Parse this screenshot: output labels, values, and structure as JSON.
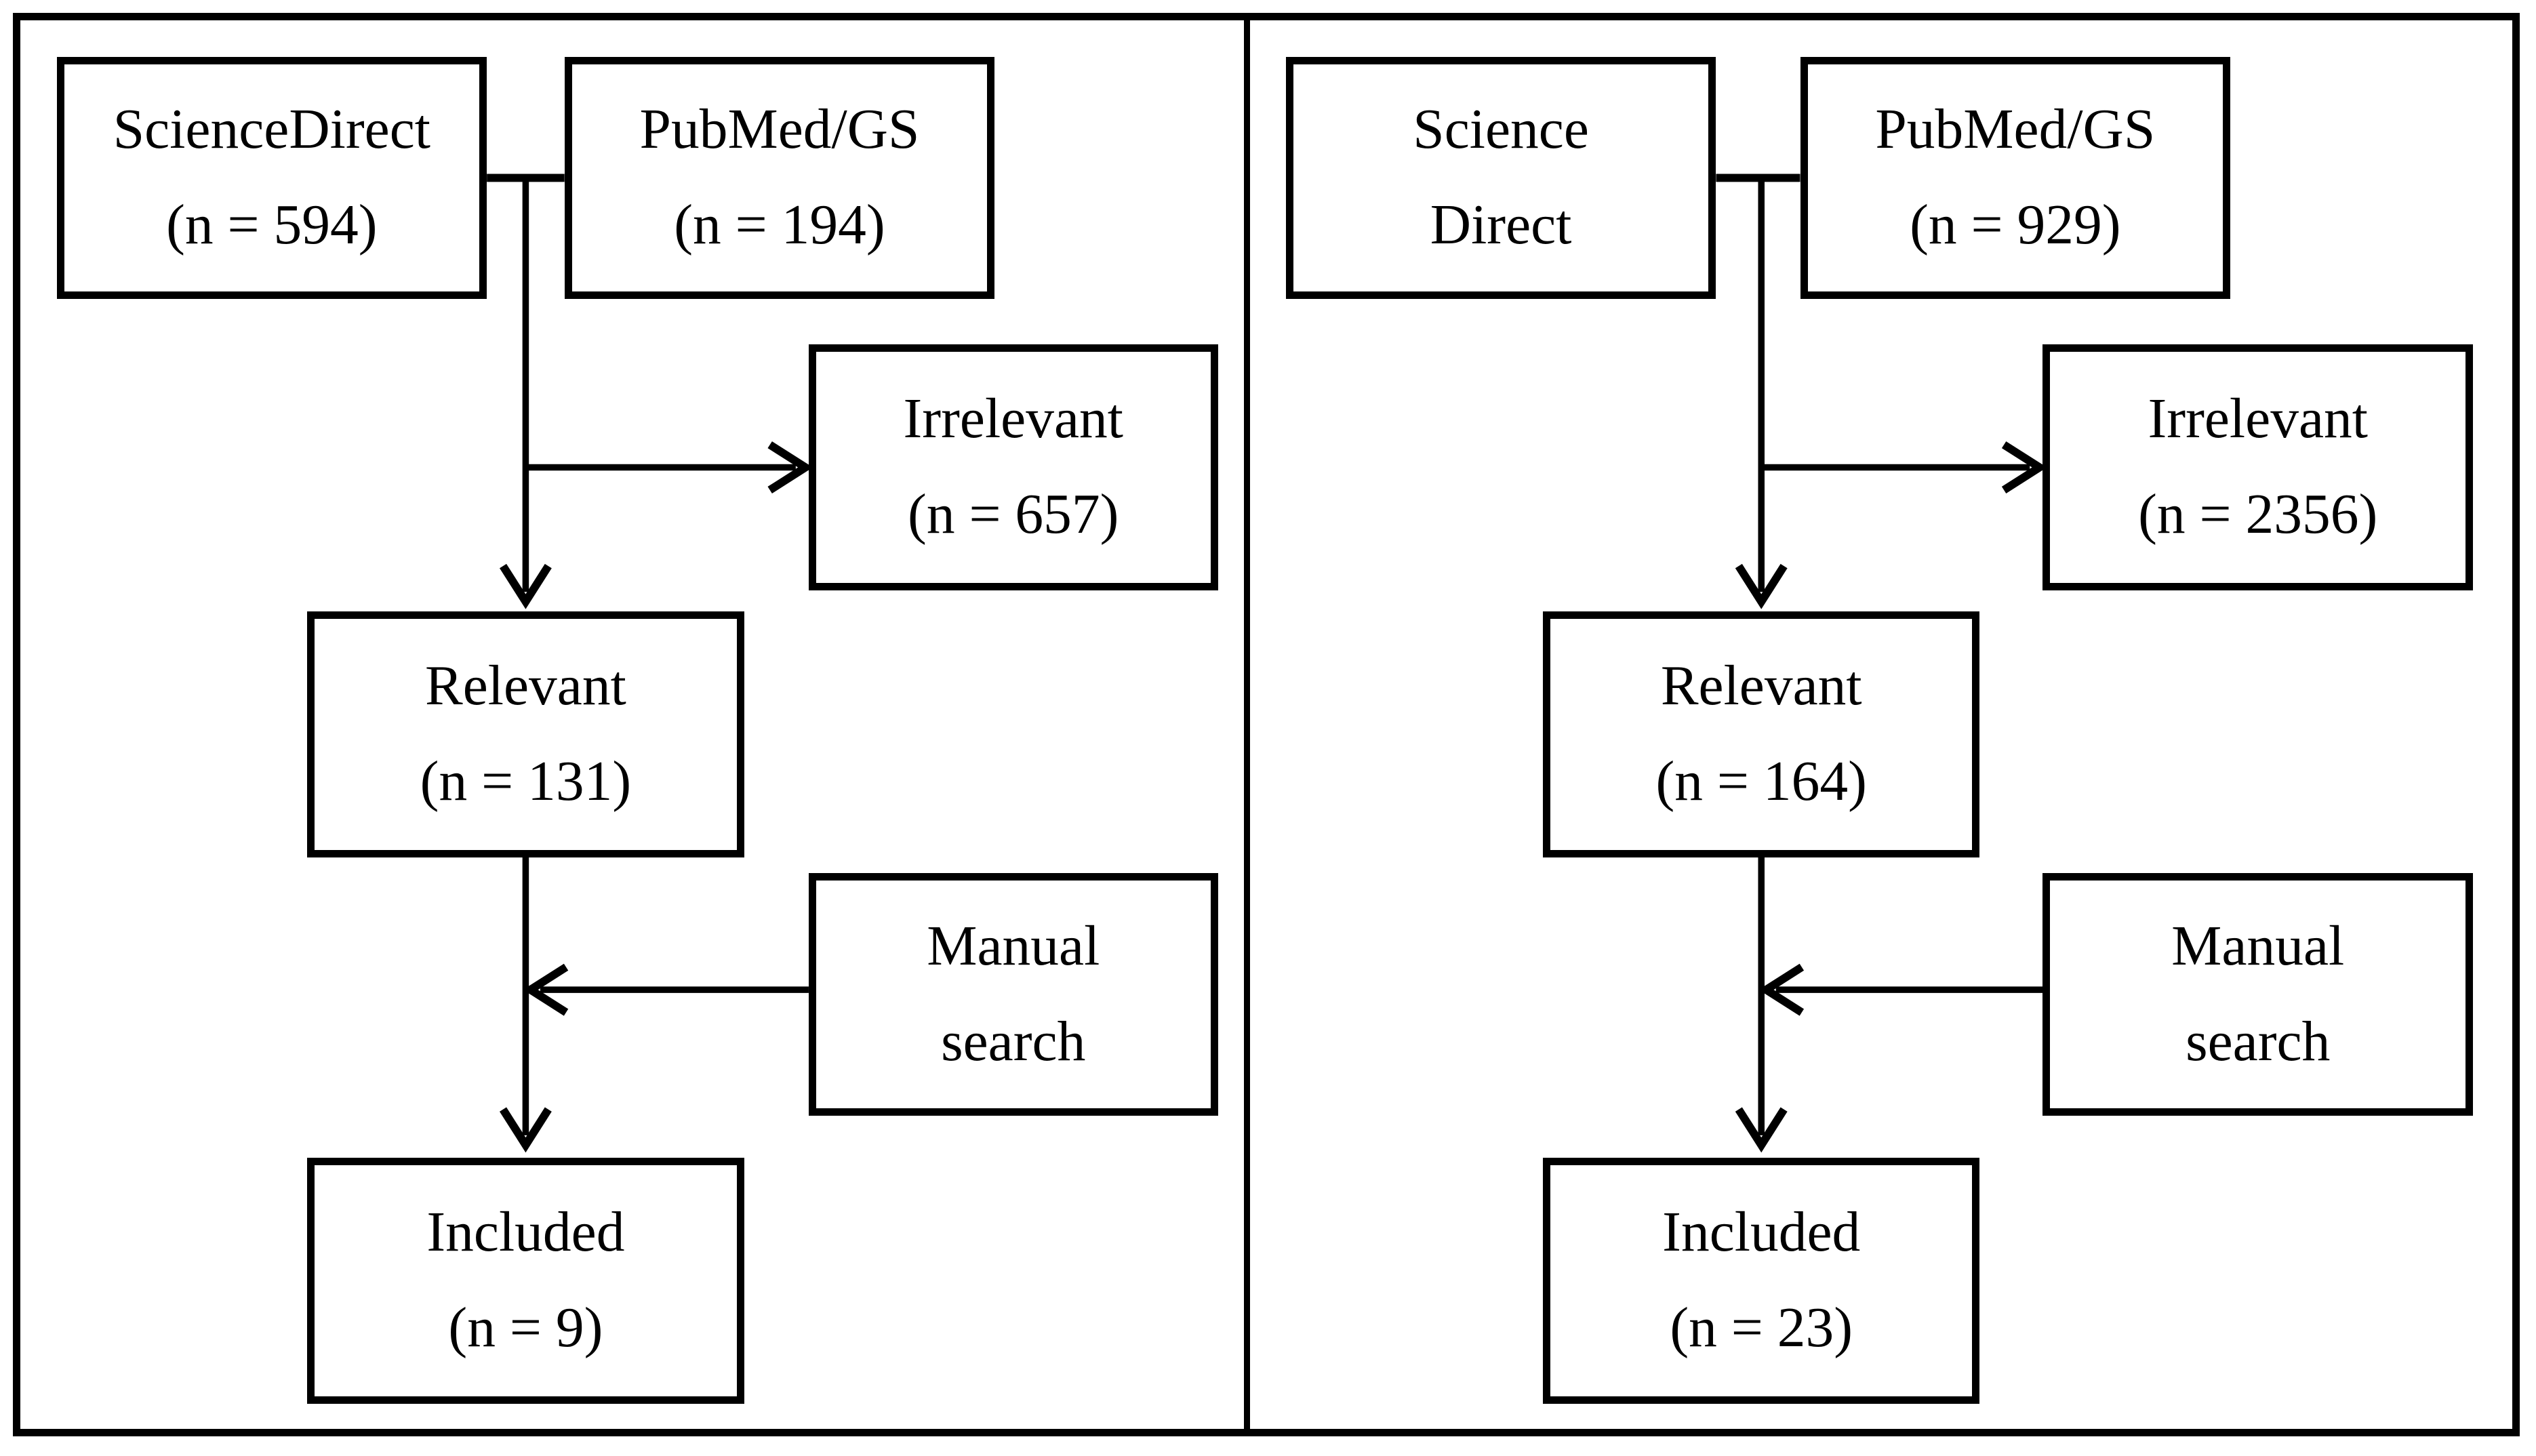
{
  "figure": {
    "background_color": "#ffffff",
    "line_color": "#000000",
    "panels": [
      {
        "side": "left",
        "source1": {
          "lines": [
            "ScienceDirect",
            "(n = 594)"
          ]
        },
        "source2": {
          "lines": [
            "PubMed/GS",
            "(n = 194)"
          ]
        },
        "irrelevant": {
          "lines": [
            "Irrelevant",
            "(n = 657)"
          ]
        },
        "relevant": {
          "lines": [
            "Relevant",
            "(n = 131)"
          ]
        },
        "manual": {
          "lines": [
            "Manual",
            "search"
          ]
        },
        "included": {
          "lines": [
            "Included",
            "(n = 9)"
          ]
        }
      },
      {
        "side": "right",
        "source1": {
          "lines": [
            "Science",
            "Direct"
          ]
        },
        "source2": {
          "lines": [
            "PubMed/GS",
            "(n = 929)"
          ]
        },
        "irrelevant": {
          "lines": [
            "Irrelevant",
            "(n = 2356)"
          ]
        },
        "relevant": {
          "lines": [
            "Relevant",
            "(n = 164)"
          ]
        },
        "manual": {
          "lines": [
            "Manual",
            "search"
          ]
        },
        "included": {
          "lines": [
            "Included",
            "(n = 23)"
          ]
        }
      }
    ]
  }
}
